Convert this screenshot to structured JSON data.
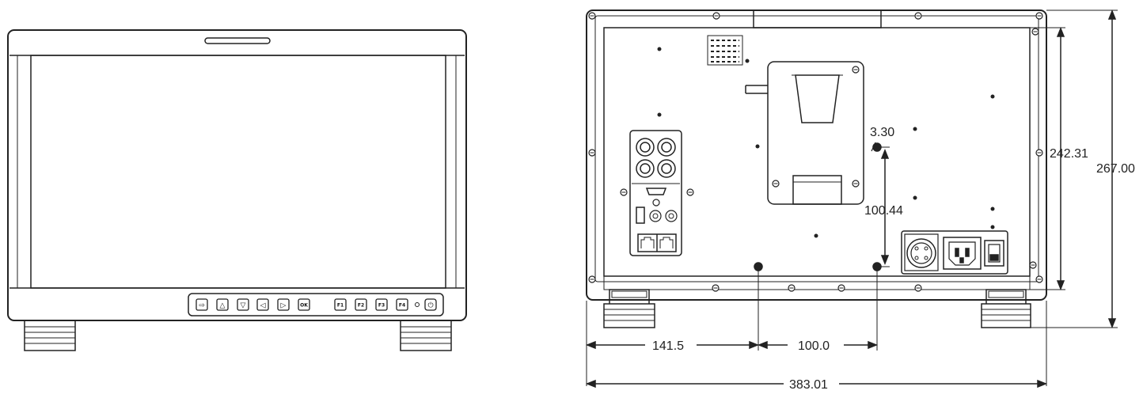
{
  "front_view": {
    "buttons": [
      {
        "name": "input-button",
        "glyph": "⇨"
      },
      {
        "name": "up-button",
        "glyph": "△"
      },
      {
        "name": "down-button",
        "glyph": "▽"
      },
      {
        "name": "left-button",
        "glyph": "◁"
      },
      {
        "name": "right-button",
        "glyph": "▷"
      },
      {
        "name": "ok-button",
        "glyph": "OK"
      },
      {
        "name": "f1-button",
        "glyph": "F1"
      },
      {
        "name": "f2-button",
        "glyph": "F2"
      },
      {
        "name": "f3-button",
        "glyph": "F3"
      },
      {
        "name": "f4-button",
        "glyph": "F4"
      },
      {
        "name": "power-button",
        "glyph": "⏻"
      }
    ]
  },
  "rear_view": {
    "dimensions": {
      "hole_diameter": "3.30",
      "mount_vertical": "100.44",
      "panel_height": "242.31",
      "total_height": "267.00",
      "left_offset": "141.5",
      "mount_horizontal": "100.0",
      "total_width": "383.01"
    }
  },
  "colors": {
    "line": "#222222",
    "fill": "#ffffff",
    "light": "#e9e9e9"
  }
}
